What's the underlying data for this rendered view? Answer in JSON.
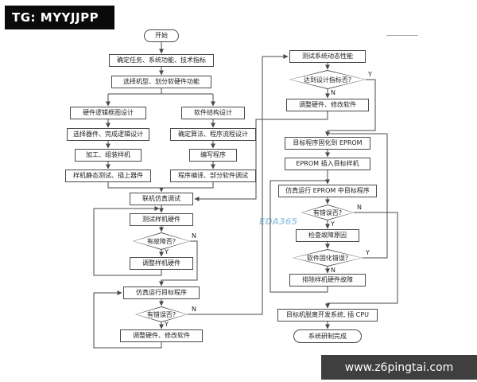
{
  "overlay": {
    "tag": "TG: MYYJJPP",
    "site": "www.z6pingtai.com"
  },
  "watermark": {
    "text": "EDA365"
  },
  "flowchart": {
    "labels": {
      "yes": "Y",
      "no": "N"
    },
    "nodes": {
      "start": "开始",
      "task": "确定任务、系统功能、技术指标",
      "model": "选择机型、划分软硬件功能",
      "hw_design": "硬件逻辑框图设计",
      "hw_select": "选择器件、完成逻辑设计",
      "hw_assemble": "加工、组装样机",
      "hw_static": "样机静态测试、插上器件",
      "sw_design": "软件结构设计",
      "sw_algo": "确定算法、程序流程设计",
      "sw_write": "编写程序",
      "sw_compile": "程序编译、部分软件调试",
      "online_debug": "联机仿真调试",
      "test_hw": "测试样机硬件",
      "fault_q": "有故障否?",
      "adjust_hw": "调整样机硬件",
      "run_target": "仿真运行目标程序",
      "error_q1": "有错误否?",
      "adjust_both1": "调整硬件、修改软件",
      "dyn_test": "测试系统动态性能",
      "spec_q": "达到设计指标否?",
      "adjust_both2": "调整硬件、修改软件",
      "burn_eprom": "目标程序固化到 EPROM",
      "insert_eprom": "EPROM 插入目标样机",
      "run_eprom": "仿真运行 EPROM 中目标程序",
      "error_q2": "有错误否?",
      "check_fault": "检查故障原因",
      "burn_err_q": "软件固化错误?",
      "fix_hw": "排除样机硬件故障",
      "detach": "目标机脱离开发系统, 插 CPU",
      "end": "系统研制完成"
    }
  }
}
